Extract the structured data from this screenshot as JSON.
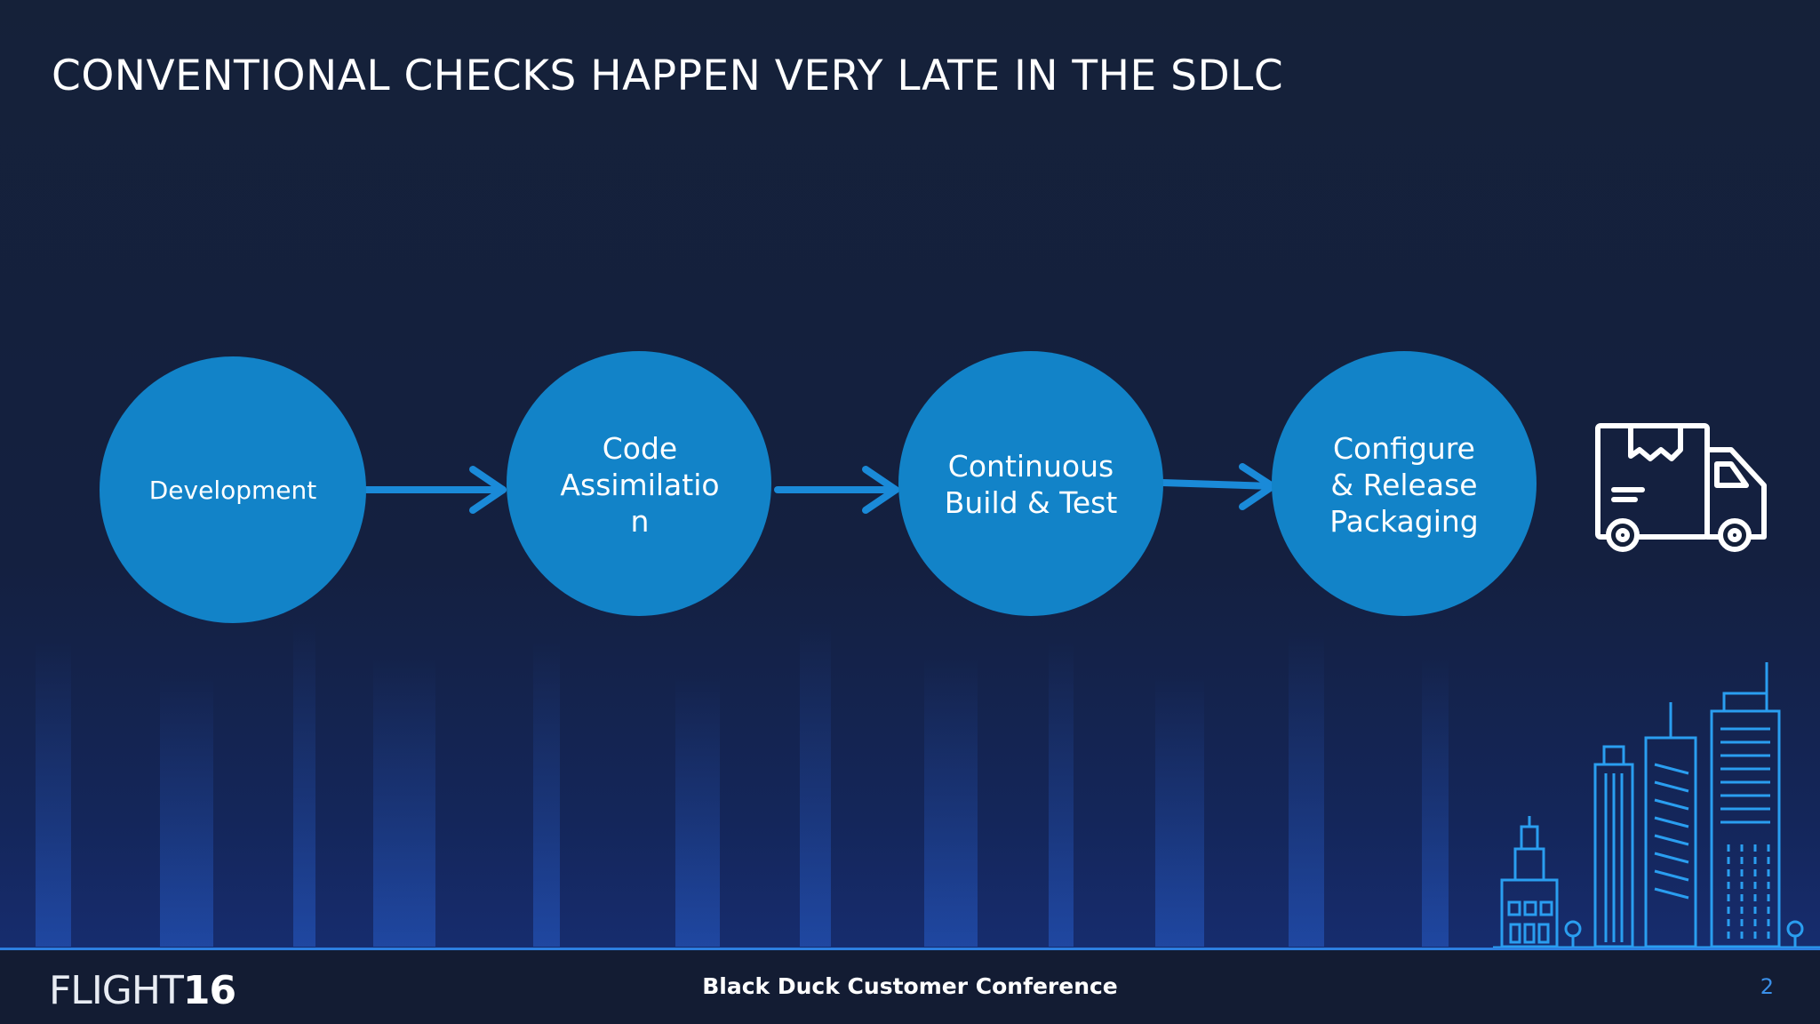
{
  "slide": {
    "title": "CONVENTIONAL CHECKS HAPPEN VERY LATE IN THE SDLC",
    "circle_color": "#1283c8",
    "stages": [
      {
        "lines": [
          "Development"
        ]
      },
      {
        "lines": [
          "Code",
          "Assimilatio",
          "n"
        ]
      },
      {
        "lines": [
          "Continuous",
          "Build & Test"
        ]
      },
      {
        "lines": [
          "Configure",
          "& Release",
          "Packaging"
        ]
      }
    ],
    "icons": [
      "delivery-truck-icon",
      "city-skyline-illustration"
    ]
  },
  "footer": {
    "logo_thin": "FLIGHT",
    "logo_bold": "16",
    "conference": "Black Duck Customer Conference",
    "page_number": "2"
  }
}
